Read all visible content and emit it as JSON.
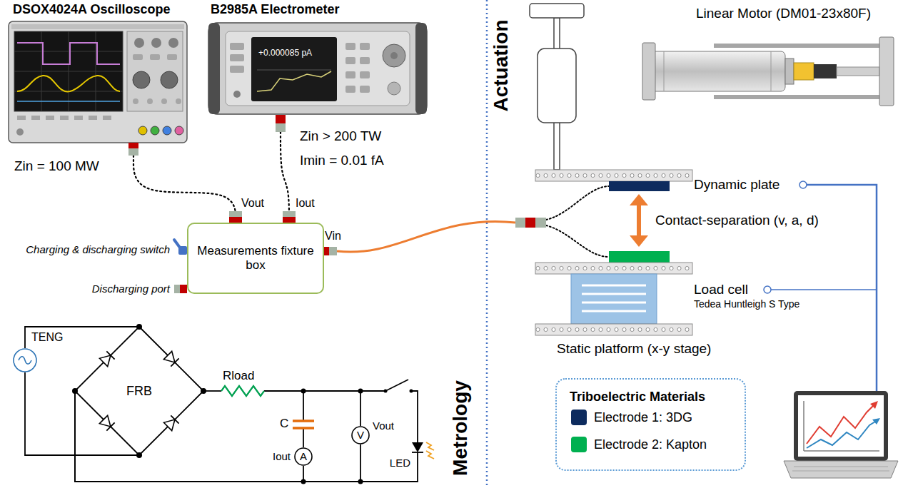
{
  "diagram": {
    "nodes": [
      {
        "text": [
          "DSOX4024A Oscilloscope"
        ]
      },
      {
        "text": [
          "B2985A Electrometer",
          "+0.000085 pA"
        ]
      },
      {
        "text": [
          "Measurements fixture box"
        ]
      },
      {
        "text": [
          "TENG"
        ]
      },
      {
        "text": [
          "FRB"
        ]
      },
      {
        "text": [
          "A"
        ]
      },
      {
        "text": [
          "V"
        ]
      },
      {
        "text": [
          "Triboelectric Materials"
        ]
      }
    ],
    "edges": [
      {
        "from": 0,
        "to": 2,
        "arrow": "none"
      },
      {
        "from": 1,
        "to": 2,
        "arrow": "none"
      },
      {
        "from": 3,
        "to": 4,
        "arrow": "none"
      },
      {
        "from": 3,
        "to": 4,
        "arrow": "none"
      },
      {
        "from": 4,
        "to": 5,
        "arrow": "none"
      },
      {
        "from": 4,
        "to": 6,
        "arrow": "none"
      }
    ],
    "labels": [
      "Zin = 100 MW",
      "Zin > 200 TW",
      "Imin = 0.01 fA",
      "Vout",
      "Iout",
      "Vin",
      "Charging & discharging switch",
      "Discharging port",
      "Actuation",
      "Metrology",
      "Linear Motor (DM01-23x80F)",
      "Dynamic plate",
      "Contact-separation (v, a, d)",
      "Load cell",
      "Tedea Huntleigh S Type",
      "Static platform (x-y stage)",
      "Rload",
      "C",
      "Iout",
      "Vout",
      "LED"
    ],
    "legend": [
      {
        "text": "Electrode 1: 3DG",
        "color": "#0d2b5e"
      },
      {
        "text": "Electrode 2: Kapton",
        "color": "#00b050"
      }
    ]
  }
}
